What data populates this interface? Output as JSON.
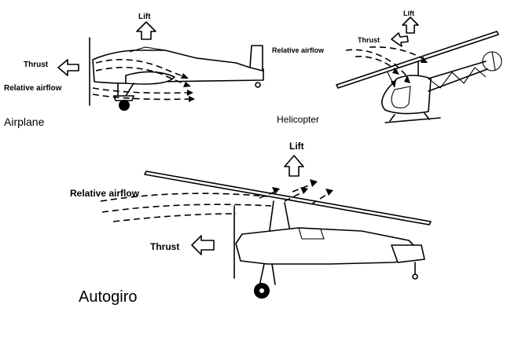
{
  "labels": {
    "airplane": {
      "lift": "Lift",
      "thrust": "Thrust",
      "relative_airflow": "Relative airflow",
      "name": "Airplane"
    },
    "helicopter": {
      "lift": "Lift",
      "thrust": "Thrust",
      "relative_airflow": "Relative airflow",
      "name": "Helicopter"
    },
    "autogiro": {
      "lift": "Lift",
      "thrust": "Thrust",
      "relative_airflow": "Relative airflow",
      "name": "Autogiro"
    }
  }
}
